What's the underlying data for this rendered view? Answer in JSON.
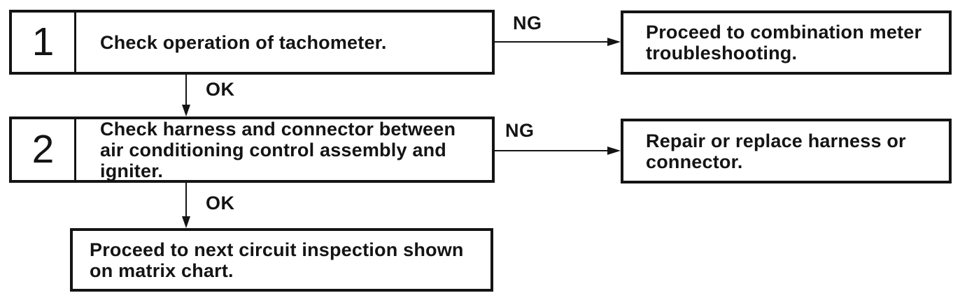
{
  "palette": {
    "ink": "#141414",
    "paper": "#ffffff"
  },
  "flowchart": {
    "steps": [
      {
        "number": "1",
        "instruction": "Check operation of tachometer.",
        "ok_label": "OK",
        "ng_label": "NG",
        "ng_result": "Proceed to combination meter troubleshooting."
      },
      {
        "number": "2",
        "instruction": "Check harness and connector between air conditioning control assembly and igniter.",
        "ok_label": "OK",
        "ng_label": "NG",
        "ng_result": "Repair or replace harness or connector."
      }
    ],
    "terminal": "Proceed to next circuit inspection shown on matrix chart."
  }
}
